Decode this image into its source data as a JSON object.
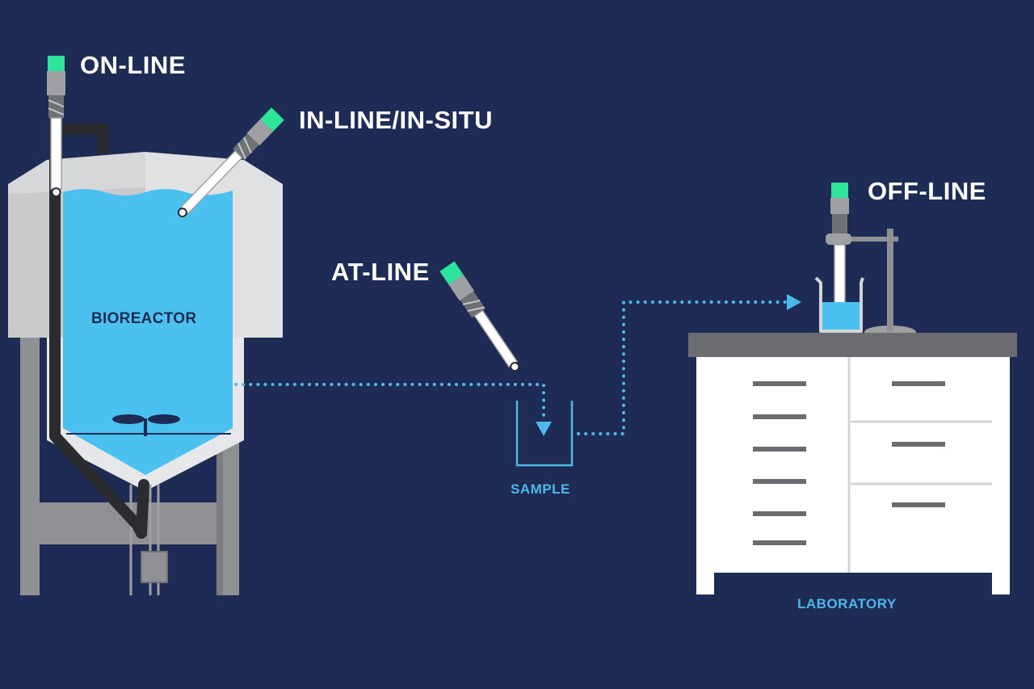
{
  "labels": {
    "on_line": "ON-LINE",
    "in_line": "IN-LINE/IN-SITU",
    "at_line": "AT-LINE",
    "off_line": "OFF-LINE",
    "bioreactor": "BIOREACTOR",
    "sample": "SAMPLE",
    "laboratory": "LABORATORY"
  },
  "colors": {
    "background": "#1d2b55",
    "probe_head": "#2ee39a",
    "liquid": "#4bc1ef",
    "flow_line": "#4fb8ea",
    "vessel_shell": "#d3d4d6",
    "vessel_frame": "#8e9093",
    "pipe": "#2a2c30",
    "bench_top": "#6b6c6f",
    "cabinet": "#ffffff",
    "drawer_handle": "#6b6c6f"
  }
}
